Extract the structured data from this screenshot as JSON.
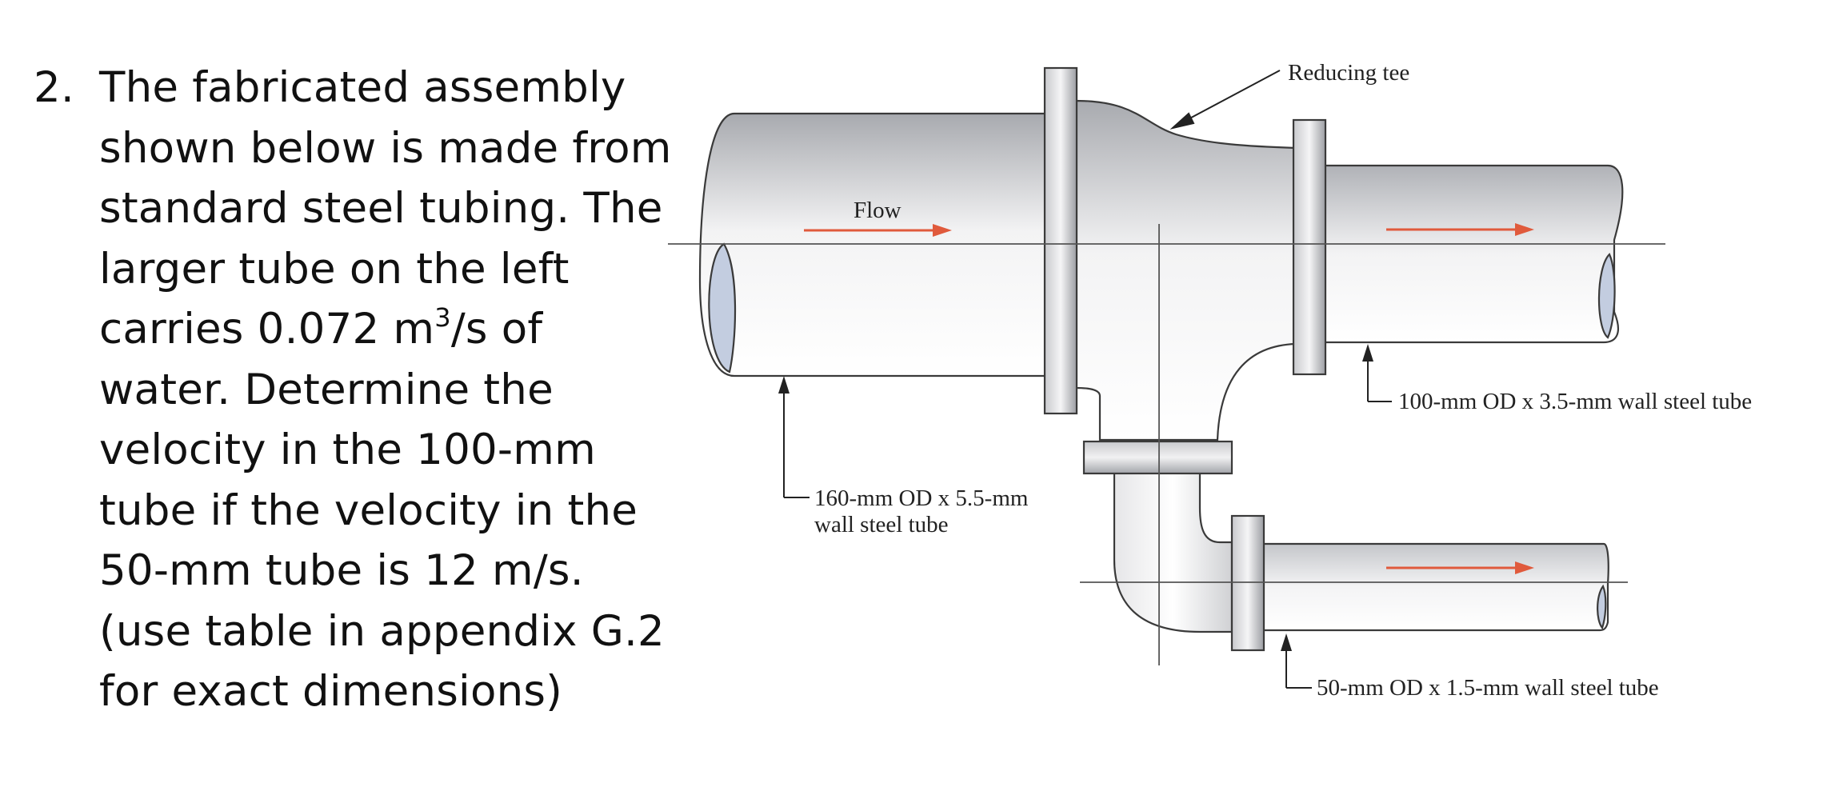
{
  "problem": {
    "number": "2.",
    "lines": [
      "The fabricated assembly",
      "shown below is made from",
      "standard steel tubing. The",
      "larger tube on the left",
      null,
      "water. Determine the",
      "velocity in the 100-mm",
      "tube if the velocity in the",
      "50-mm tube is 12 m/s.",
      "(use table in appendix G.2",
      "for exact dimensions)"
    ],
    "flow_line": {
      "before": "carries 0.072 m",
      "sup": "3",
      "after": "/s of"
    }
  },
  "diagram": {
    "labels": {
      "reducing_tee": "Reducing tee",
      "flow": "Flow",
      "tube_100": "100-mm OD x 3.5-mm wall steel tube",
      "tube_160_line1": "160-mm OD x 5.5-mm",
      "tube_160_line2": "wall steel tube",
      "tube_50": "50-mm OD x 1.5-mm wall steel tube"
    },
    "colors": {
      "pipe_dark": "#a9abb0",
      "pipe_light": "#f2f2f3",
      "bore": "#c3cde0",
      "flow_arrow": "#e05a3c",
      "outline": "#3a3a3a"
    }
  }
}
